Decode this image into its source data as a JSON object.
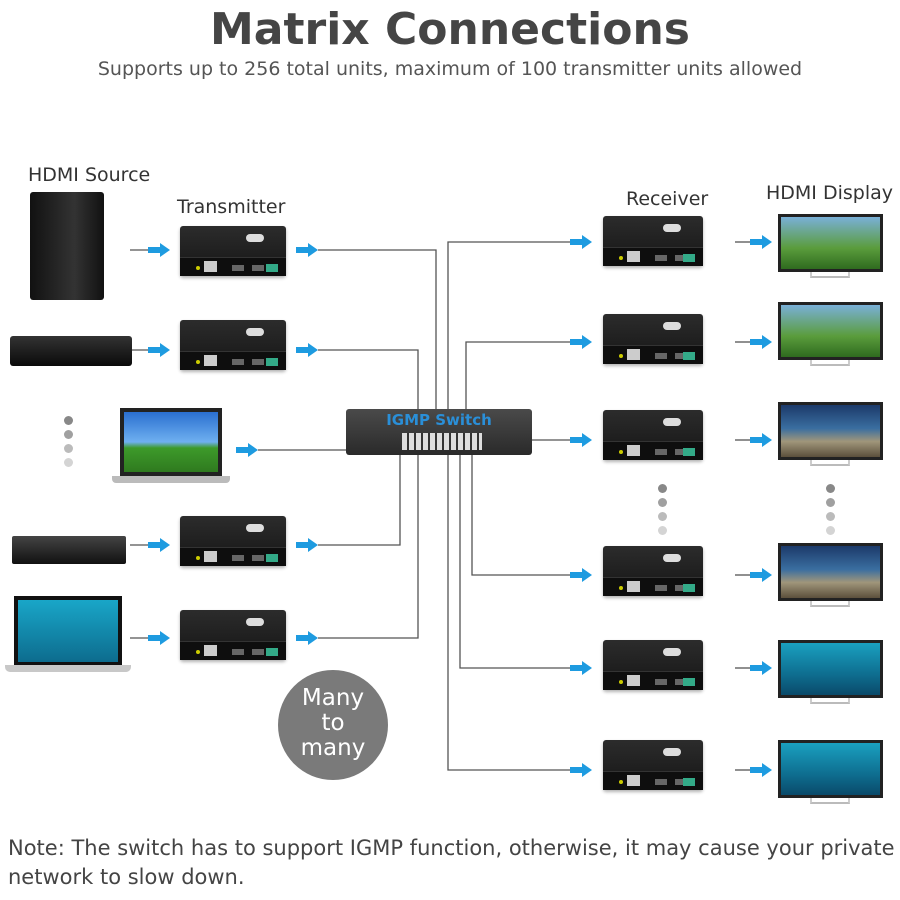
{
  "title": "Matrix Connections",
  "subtitle": "Supports up to 256 total units, maximum of 100 transmitter units allowed",
  "labels": {
    "hdmi_source": "HDMI Source",
    "transmitter": "Transmitter",
    "receiver": "Receiver",
    "hdmi_display": "HDMI Display"
  },
  "switch": {
    "label": "IGMP Switch"
  },
  "badge": {
    "line1": "Many",
    "line2": "to",
    "line3": "many"
  },
  "note": "Note: The switch has to support IGMP function, otherwise, it may cause your private network to slow down.",
  "colors": {
    "arrow": "#1e9be0",
    "line": "#555555",
    "switch_label": "#2a8fd8",
    "badge": "#7a7a7a"
  },
  "sources": [
    "tower-pc",
    "dvd-player",
    "laptop",
    "set-top-box",
    "macbook"
  ],
  "displays": [
    "landscape",
    "landscape",
    "lizard",
    "lizard",
    "sea",
    "sea"
  ]
}
